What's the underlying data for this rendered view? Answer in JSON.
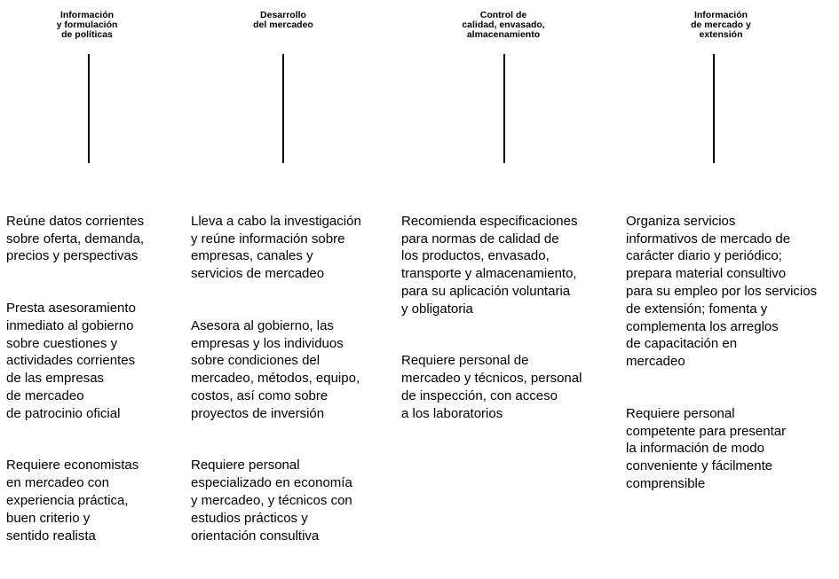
{
  "columns": [
    {
      "heading": "Información\ny formulación\nde políticas",
      "paragraphs": [
        "Reúne datos corrientes\nsobre oferta, demanda,\nprecios y perspectivas",
        "Presta asesoramiento\ninmediato al gobierno\nsobre cuestiones y\nactividades corrientes\nde las empresas\nde mercadeo\nde patrocinio oficial",
        "Requiere economistas\nen mercadeo con\nexperiencia práctica,\nbuen criterio y\nsentido realista"
      ]
    },
    {
      "heading": "Desarrollo\ndel mercadeo",
      "paragraphs": [
        "Lleva a cabo la investigación\ny reúne información sobre\nempresas, canales y\nservicios de mercadeo",
        "Asesora al gobierno, las\nempresas y los individuos\nsobre condiciones del\nmercadeo, métodos, equipo,\ncostos, así como sobre\nproyectos de inversión",
        "Requiere personal\nespecializado en economía\ny mercadeo, y técnicos con\nestudios prácticos y\norientación consultiva"
      ]
    },
    {
      "heading": "Control de\ncalidad, envasado,\nalmacenamiento",
      "paragraphs": [
        "Recomienda especificaciones\npara normas de calidad de\nlos productos, envasado,\ntransporte y almacenamiento,\npara su aplicación voluntaria\ny obligatoria",
        "Requiere personal de\nmercadeo y técnicos, personal\nde inspección, con acceso\na los laboratorios"
      ]
    },
    {
      "heading": "Información\nde mercado y\nextensión",
      "paragraphs": [
        "Organiza servicios\ninformativos de mercado de\ncarácter diario y periódico;\nprepara material consultivo\npara su empleo por los servicios\nde extensión; fomenta y\ncomplementa los arreglos\nde capacitación en\nmercadeo",
        "Requiere personal\ncompetente para presentar\nla información de modo\nconveniente y fácilmente\ncomprensible"
      ]
    }
  ]
}
